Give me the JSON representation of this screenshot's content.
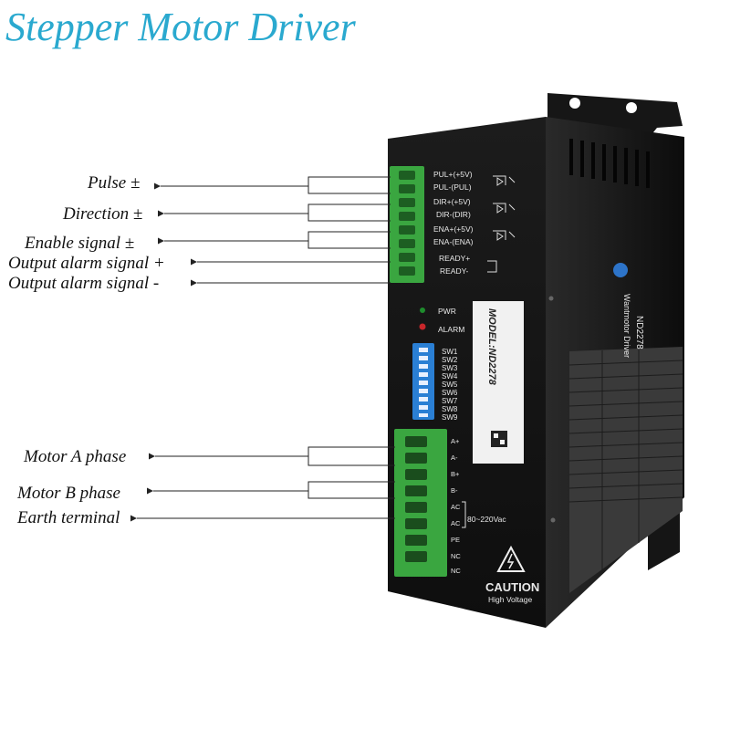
{
  "title": "Stepper Motor Driver",
  "callouts": {
    "pulse": "Pulse ±",
    "direction": "Direction ±",
    "enable": "Enable signal ±",
    "alarm_pos": "Output alarm signal +",
    "alarm_neg": "Output alarm signal  -",
    "motor_a": "Motor A phase",
    "motor_b": "Motor B phase",
    "earth": "Earth terminal"
  },
  "signal_terminals": [
    "PUL+(+5V)",
    "PUL-(PUL)",
    "DIR+(+5V)",
    "DIR-(DIR)",
    "ENA+(+5V)",
    "ENA-(ENA)",
    "READY+",
    "READY-"
  ],
  "indicators": {
    "pwr": "PWR",
    "alarm": "ALARM"
  },
  "switches": [
    "SW1",
    "SW2",
    "SW3",
    "SW4",
    "SW5",
    "SW6",
    "SW7",
    "SW8",
    "SW9"
  ],
  "power_terminals": [
    "A+",
    "A-",
    "B+",
    "B-",
    "AC",
    "AC",
    "PE",
    "NC",
    "NC"
  ],
  "voltage": "80~220Vac",
  "model": "MODEL:ND2278",
  "side_brand": "Wantmotor Driver",
  "side_model": "ND2278",
  "caution": {
    "title": "CAUTION",
    "subtitle": "High Voltage"
  },
  "colors": {
    "title": "#2aa9cf",
    "body": "#161616",
    "connector": "#3aa640",
    "dip": "#2a7fd4"
  }
}
